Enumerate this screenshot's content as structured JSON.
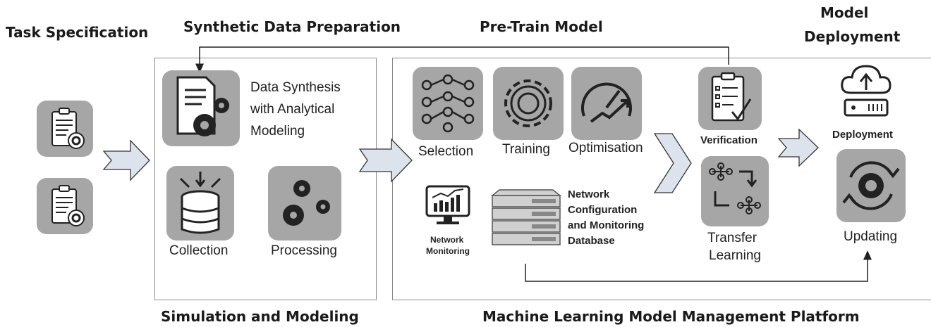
{
  "headers": {
    "task_spec": "Task Specification",
    "synthetic": "Synthetic Data Preparation",
    "pretrain": "Pre-Train Model",
    "deployment_line1": "Model",
    "deployment_line2": "Deployment",
    "simulation": "Simulation and Modeling",
    "platform": "Machine Learning Model Management Platform"
  },
  "labels": {
    "data_synthesis_1": "Data Synthesis",
    "data_synthesis_2": "with Analytical",
    "data_synthesis_3": "Modeling",
    "collection": "Collection",
    "processing": "Processing",
    "selection": "Selection",
    "training": "Training",
    "optimisation": "Optimisation",
    "network_monitoring_1": "Network",
    "network_monitoring_2": "Monitoring",
    "netconf_1": "Network",
    "netconf_2": "Configuration",
    "netconf_3": "and Monitoring",
    "netconf_4": "Database",
    "verification": "Verification",
    "transfer_1": "Transfer",
    "transfer_2": "Learning",
    "deployment": "Deployment",
    "updating": "Updating"
  },
  "colors": {
    "tile": "#a6a6a6",
    "arrow_fill": "#dce3ec",
    "arrow_stroke": "#333333"
  }
}
